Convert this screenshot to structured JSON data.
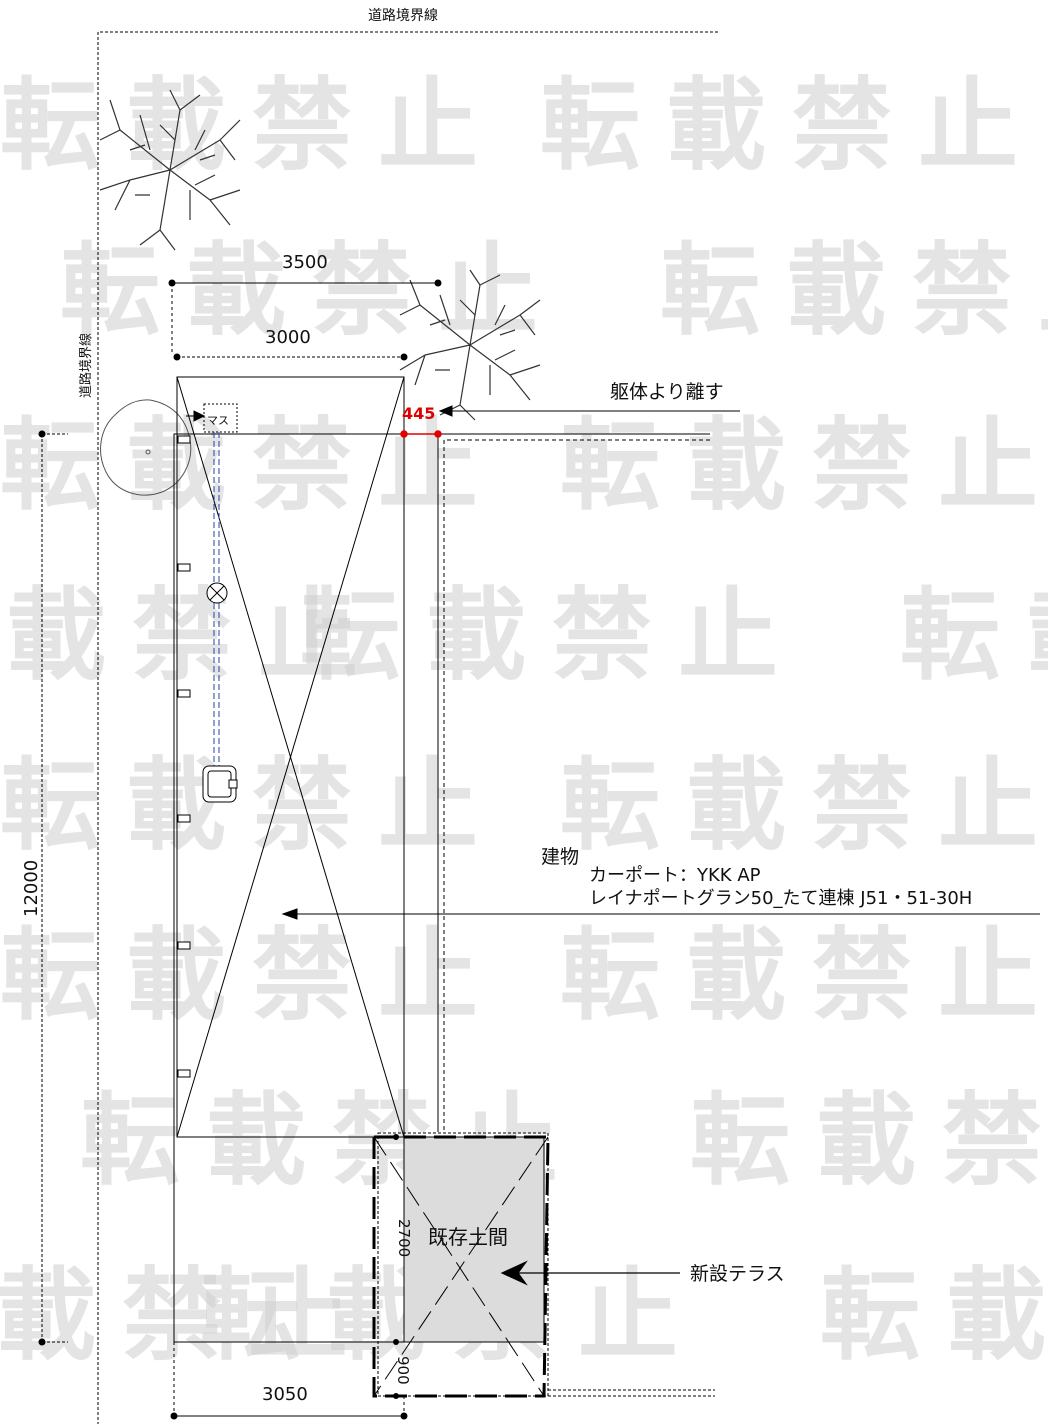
{
  "watermark": {
    "text": "転載禁止"
  },
  "labels": {
    "road_boundary_top": "道路境界線",
    "road_boundary_left": "道路境界線",
    "keep_away": "躯体より離す",
    "masu": "マス",
    "building": "建物",
    "carport_line1": "カーポート：YKK AP",
    "carport_line2": "レイナポートグラン50_たて連棟 J51・51-30H",
    "existing_doma": "既存土間",
    "new_terrace": "新設テラス"
  },
  "dimensions": {
    "d3500": "3500",
    "d3000": "3000",
    "d445": "445",
    "d12000": "12000",
    "d2700": "2700",
    "d900": "900",
    "d3050": "3050"
  },
  "colors": {
    "line": "#000000",
    "highlight": "#e00000",
    "pipe": "#2a3fa8",
    "terrace_fill": "#dcdcdc",
    "watermark": "#cfcfcf"
  }
}
